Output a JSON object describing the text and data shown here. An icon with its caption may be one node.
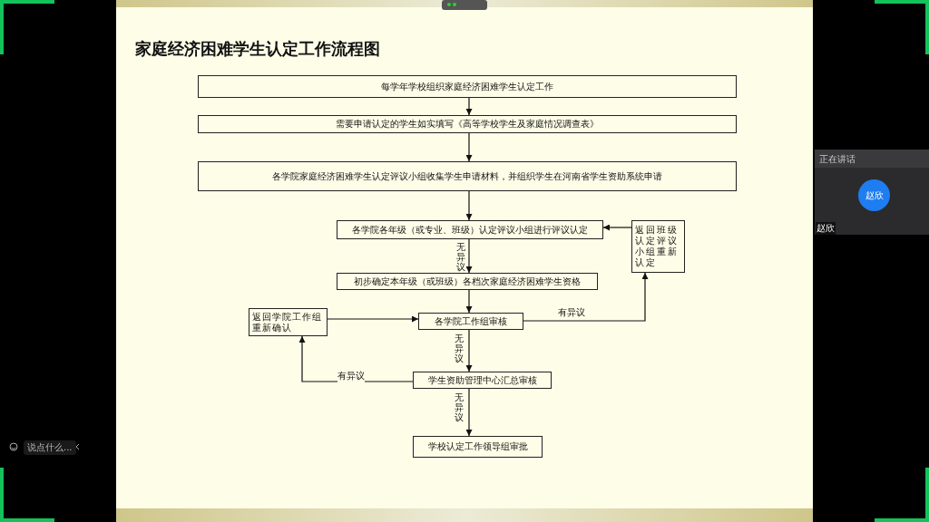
{
  "diagram": {
    "title": "家庭经济困难学生认定工作流程图",
    "nodes": [
      {
        "text": [
          "每学年学校组织家庭经济困难学生认定工作"
        ]
      },
      {
        "text": [
          "需要申请认定的学生如实填写《高等学校学生及家庭情况调查表》"
        ]
      },
      {
        "text": [
          "各学院家庭经济困难学生认定评议小组收集学生申请材料，并组织学生在河南省学生资助系统申请"
        ]
      },
      {
        "text": [
          "各学院各年级（或专业、班级）认定评议小组进行评议认定"
        ]
      },
      {
        "text": [
          "初步确定本年级（或班级）各档次家庭经济困难学生资格"
        ]
      },
      {
        "text": [
          "返回班级认定评议小组重新认定"
        ]
      },
      {
        "text": [
          "返回学院工作组重新确认"
        ]
      },
      {
        "text": [
          "各学院工作组审核"
        ]
      },
      {
        "text": [
          "学生资助管理中心汇总审核"
        ]
      },
      {
        "text": [
          "学校认定工作领导组审批"
        ]
      },
      {
        "text": [
          "赵欣"
        ]
      }
    ],
    "edges": [
      {
        "from": 0,
        "to": 1,
        "arrow": "to"
      },
      {
        "from": 1,
        "to": 2,
        "arrow": "to"
      },
      {
        "from": 2,
        "to": 3,
        "arrow": "to"
      },
      {
        "from": 3,
        "to": 4,
        "arrow": "to",
        "label": "无异议"
      },
      {
        "from": 4,
        "to": 7,
        "arrow": "to"
      },
      {
        "from": 7,
        "to": 5,
        "arrow": "to",
        "label": "有异议"
      },
      {
        "from": 5,
        "to": 3,
        "arrow": "to"
      },
      {
        "from": 6,
        "to": 7,
        "arrow": "to"
      },
      {
        "from": 7,
        "to": 8,
        "arrow": "to",
        "label": "无异议"
      },
      {
        "from": 8,
        "to": 6,
        "arrow": "to",
        "label": "有异议"
      },
      {
        "from": 8,
        "to": 9,
        "arrow": "to",
        "label": "无异议"
      }
    ],
    "labels": [
      "正在讲话",
      "赵欣",
      "说点什么..."
    ]
  }
}
